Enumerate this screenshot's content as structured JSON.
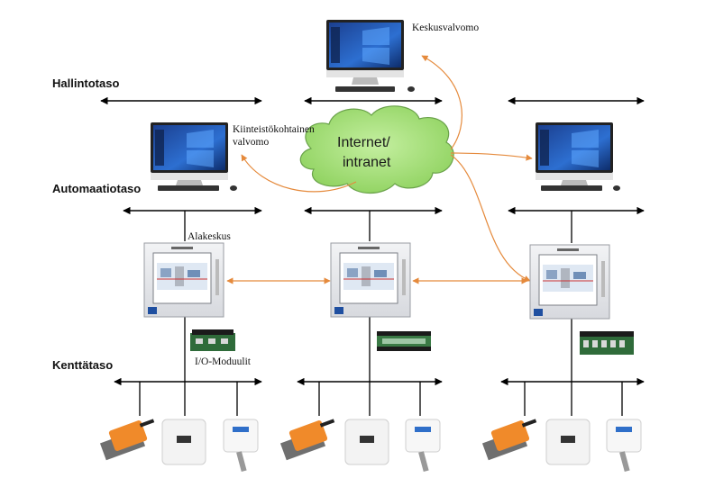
{
  "levels": {
    "management": "Hallintotaso",
    "automation": "Automaatiotaso",
    "field": "Kenttätaso"
  },
  "labels": {
    "central_monitoring": "Keskusvalvomo",
    "building_monitoring_line1": "Kiinteistökohtainen",
    "building_monitoring_line2": "valvomo",
    "substation": "Alakeskus",
    "io_modules": "I/O-Moduulit"
  },
  "cloud": {
    "line1": "Internet/",
    "line2": "intranet",
    "color": "#a6e07a"
  },
  "colors": {
    "network_link": "#e58a3c",
    "bus": "#000000"
  }
}
